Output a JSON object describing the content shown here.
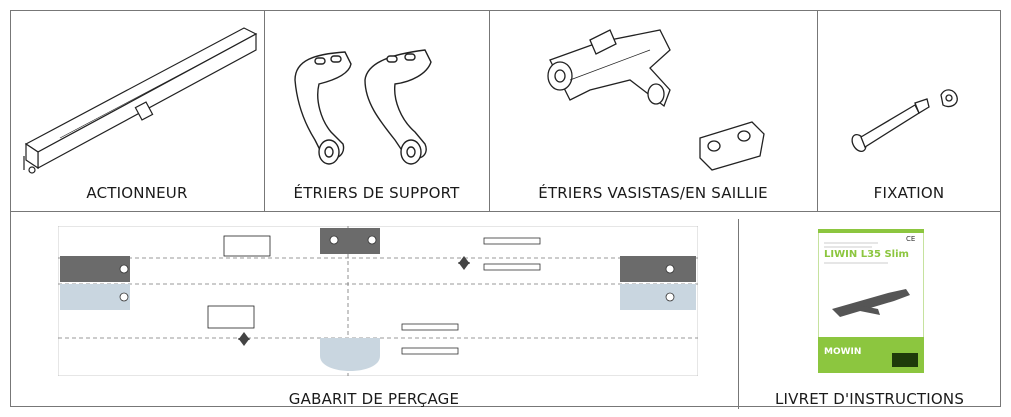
{
  "cells": {
    "actionneur": "ACTIONNEUR",
    "etriers_support": "ÉTRIERS DE SUPPORT",
    "etriers_vasistas": "ÉTRIERS VASISTAS/EN SAILLIE",
    "fixation": "FIXATION",
    "gabarit": "GABARIT DE PERÇAGE",
    "livret": "LIVRET D'INSTRUCTIONS"
  },
  "booklet": {
    "title": "LIWIN L35 Slim",
    "brand": "MOWIN",
    "mark": "CE"
  },
  "colors": {
    "line": "#777777",
    "template_dark": "#6b6b6b",
    "template_light": "#c9d6e0",
    "booklet_green": "#8cc63f"
  }
}
